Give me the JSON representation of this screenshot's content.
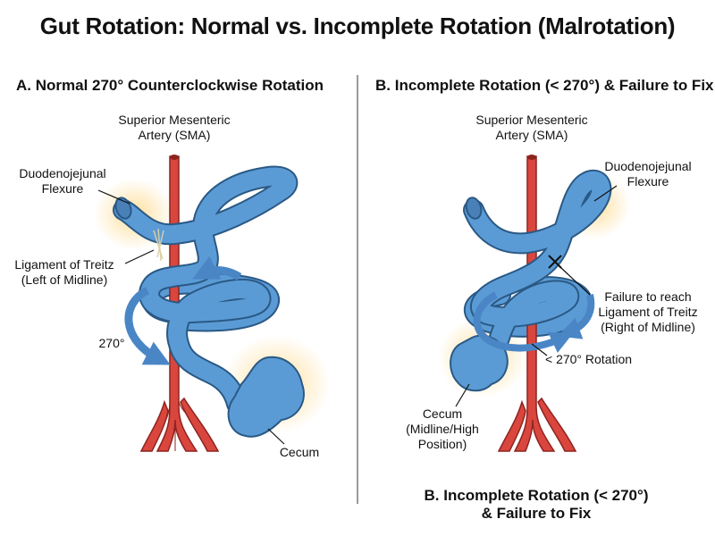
{
  "title": "Gut Rotation: Normal vs. Incomplete Rotation (Malrotation)",
  "panel_a": {
    "title": "A. Normal 270° Counterclockwise Rotation",
    "sma_label": [
      "Superior Mesenteric",
      "Artery (SMA)"
    ],
    "dj_label": [
      "Duodenojejunal",
      "Flexure"
    ],
    "treitz_label": [
      "Ligament of Treitz",
      "(Left of Midline)"
    ],
    "rotation_label": "270°",
    "cecum_label": "Cecum"
  },
  "panel_b": {
    "title": "B. Incomplete Rotation (< 270°) & Failure to Fix",
    "sma_label": [
      "Superior Mesenteric",
      "Artery (SMA)"
    ],
    "dj_label": [
      "Duodenojejunal",
      "Flexure"
    ],
    "failure_label": [
      "Failure to reach",
      "Ligament of Treitz",
      "(Right of Midline)"
    ],
    "rotation_label": "< 270° Rotation",
    "cecum_label": [
      "Cecum",
      "(Midline/High",
      "Position)"
    ],
    "caption": [
      "B. Incomplete Rotation (< 270°)",
      "& Failure to Fix"
    ]
  },
  "colors": {
    "artery": "#d9463e",
    "artery_dark": "#8e231e",
    "bowel": "#5b9bd5",
    "bowel_dark": "#2a5985",
    "arrow": "#4a86c5",
    "glow": "#ffd98a"
  }
}
